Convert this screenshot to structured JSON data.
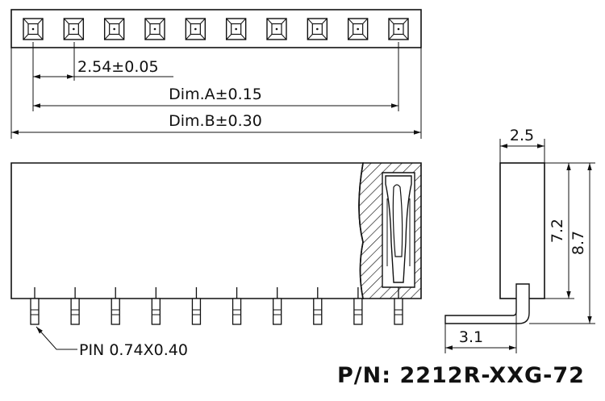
{
  "top_view": {
    "pitch_label": "2.54±0.05",
    "dim_a_label": "Dim.A±0.15",
    "dim_b_label": "Dim.B±0.30",
    "contact_count": 10
  },
  "front_view": {
    "pin_label": "PIN 0.74X0.40",
    "pin_count": 10
  },
  "side_view": {
    "width_label": "2.5",
    "height_label": "7.2",
    "total_height_label": "8.7",
    "leg_label": "3.1"
  },
  "part_number": "P/N: 2212R-XXG-72"
}
